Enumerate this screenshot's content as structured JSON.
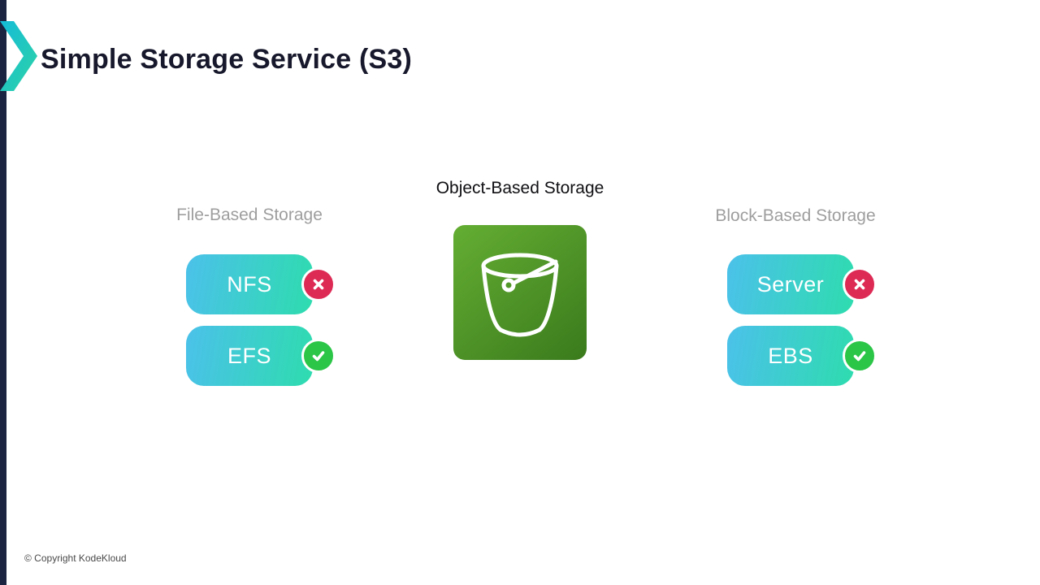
{
  "slide": {
    "title": "Simple Storage Service (S3)",
    "footer": "© Copyright KodeKloud"
  },
  "object_storage": {
    "label": "Object-Based Storage",
    "icon": "s3-bucket-icon"
  },
  "file_storage": {
    "label": "File-Based Storage",
    "items": [
      {
        "label": "NFS",
        "status": "rejected",
        "badge_icon": "x-icon"
      },
      {
        "label": "EFS",
        "status": "accepted",
        "badge_icon": "check-icon"
      }
    ]
  },
  "block_storage": {
    "label": "Block-Based Storage",
    "items": [
      {
        "label": "Server",
        "status": "rejected",
        "badge_icon": "x-icon"
      },
      {
        "label": "EBS",
        "status": "accepted",
        "badge_icon": "check-icon"
      }
    ]
  },
  "colors": {
    "pill_gradient_start": "#4bc1ea",
    "pill_gradient_end": "#2edcae",
    "badge_red": "#dd2a55",
    "badge_green": "#2bc548",
    "bucket_green_light": "#64ae33",
    "bucket_green_dark": "#3a7a1c",
    "accent_teal": "#14bcd8",
    "left_bar_navy": "#1b2440",
    "label_gray": "#9e9e9e",
    "title_dark": "#17182b"
  }
}
